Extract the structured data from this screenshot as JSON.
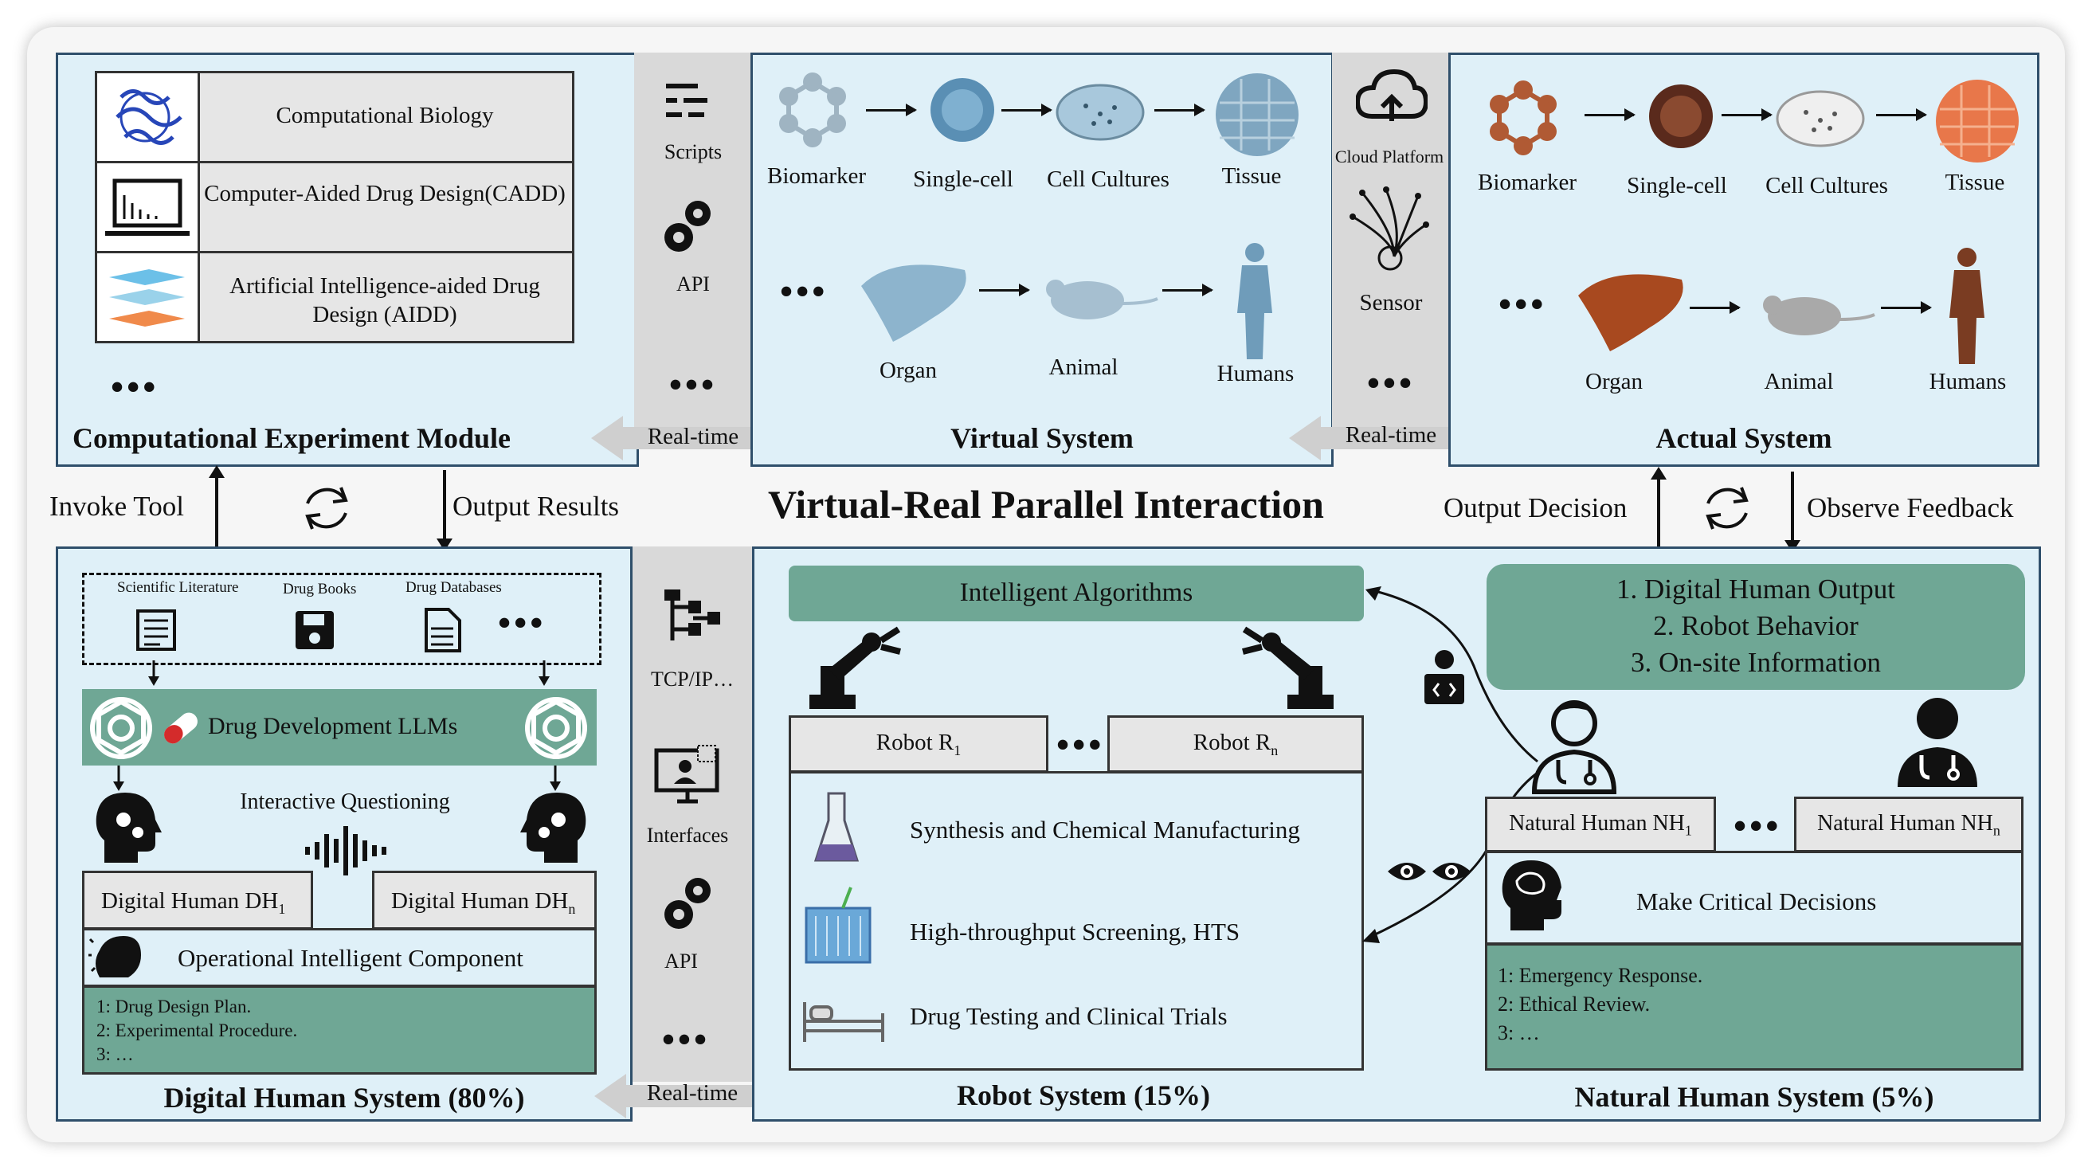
{
  "title": "Virtual-Real Parallel Interaction",
  "top_left": {
    "title": "Computational Experiment Module",
    "rows": [
      "Computational Biology",
      "Computer-Aided Drug Design(CADD)",
      "Artificial Intelligence-aided Drug Design (AIDD)"
    ],
    "dots": "•••"
  },
  "connector_left": {
    "items": [
      "Scripts",
      "API"
    ],
    "dots": "•••",
    "realtime": "Real-time"
  },
  "virtual_system": {
    "title": "Virtual System",
    "row1": [
      "Biomarker",
      "Single-cell",
      "Cell Cultures",
      "Tissue"
    ],
    "row2": [
      "Organ",
      "Animal",
      "Humans"
    ],
    "dots": "•••"
  },
  "connector_right": {
    "items": [
      "Cloud Platform",
      "Sensor"
    ],
    "dots": "•••",
    "realtime": "Real-time"
  },
  "actual_system": {
    "title": "Actual System",
    "row1": [
      "Biomarker",
      "Single-cell",
      "Cell Cultures",
      "Tissue"
    ],
    "row2": [
      "Organ",
      "Animal",
      "Humans"
    ],
    "dots": "•••"
  },
  "middle": {
    "invoke_tool": "Invoke Tool",
    "output_results": "Output Results",
    "output_decision": "Output Decision",
    "observe_feedback": "Observe Feedback"
  },
  "digital_human": {
    "title": "Digital Human System (80%)",
    "sources": [
      "Scientific Literature",
      "Drug Books",
      "Drug Databases"
    ],
    "llm": "Drug Development LLMs",
    "interactive": "Interactive Questioning",
    "dh1": "Digital Human DH",
    "dh1_sub": "1",
    "dhn": "Digital Human DH",
    "dhn_sub": "n",
    "component": "Operational Intelligent Component",
    "list": [
      "1: Drug Design Plan.",
      "2: Experimental Procedure.",
      "3: …"
    ],
    "dots": "•••"
  },
  "connector_bottom": {
    "items": [
      "TCP/IP…",
      "Interfaces",
      "API"
    ],
    "dots": "•••",
    "realtime": "Real-time"
  },
  "robot_system": {
    "title": "Robot System (15%)",
    "algorithms": "Intelligent Algorithms",
    "r1": "Robot R",
    "r1_sub": "1",
    "rn": "Robot R",
    "rn_sub": "n",
    "dots": "•••",
    "tasks": [
      "Synthesis and Chemical Manufacturing",
      "High-throughput Screening, HTS",
      "Drug Testing and Clinical Trials"
    ]
  },
  "natural_human": {
    "title": "Natural Human System (5%)",
    "outputs": [
      "1. Digital Human Output",
      "2. Robot Behavior",
      "3. On-site Information"
    ],
    "nh1": "Natural Human NH",
    "nh1_sub": "1",
    "nhn": "Natural Human NH",
    "nhn_sub": "n",
    "dots": "•••",
    "decisions": "Make Critical Decisions",
    "list": [
      "1: Emergency Response.",
      "2: Ethical Review.",
      "3: …"
    ]
  },
  "colors": {
    "panel": "#dff0f8",
    "border": "#2f4f6b",
    "green": "#6fa795",
    "gray": "#d9d9d9"
  }
}
